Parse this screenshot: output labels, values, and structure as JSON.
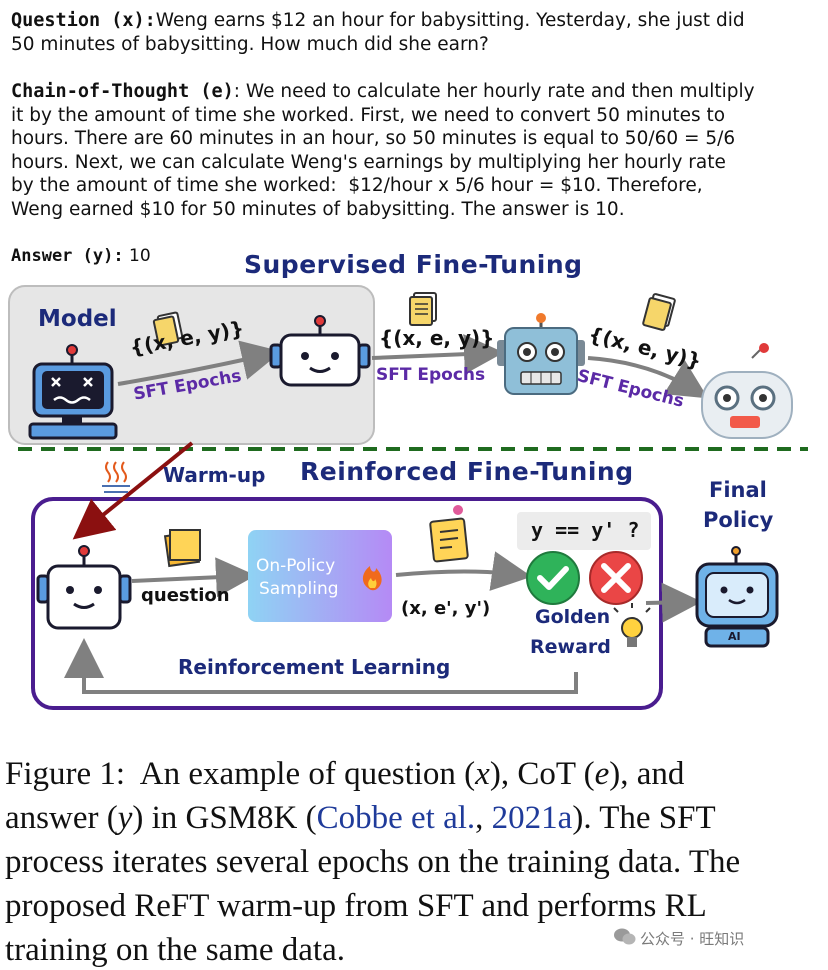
{
  "question": {
    "label": "Question (x):",
    "line1": "Weng earns $12 an hour for babysitting. Yesterday, she just did",
    "line2": "50 minutes of babysitting. How much did she earn?"
  },
  "cot": {
    "label": "Chain-of-Thought (e)",
    "line1": ": We need to calculate her hourly rate and then multiply",
    "lines": [
      "it by the amount of time she worked. First, we need to convert 50 minutes to",
      "hours. There are 60 minutes in an hour, so 50 minutes is equal to 50/60 = 5/6",
      "hours. Next, we can calculate Weng's earnings by multiplying her hourly rate",
      "by the amount of time she worked:  $12/hour x 5/6 hour = $10. Therefore,",
      "Weng earned $10 for 50 minutes of babysitting. The answer is 10."
    ]
  },
  "answer": {
    "label": "Answer (y):",
    "value": "10"
  },
  "diagram": {
    "sft_title": "Supervised Fine-Tuning",
    "model_label": "Model",
    "data_tuple": "{(x, e, y)}",
    "sft_epochs": "SFT Epochs",
    "warmup": "Warm-up",
    "reft_title": "Reinforced Fine-Tuning",
    "final_policy_1": "Final",
    "final_policy_2": "Policy",
    "question_lbl": "question",
    "sampling_1": "On-Policy",
    "sampling_2": "Sampling",
    "sample_tuple": "(x, e', y')",
    "check": "y == y' ?",
    "golden_1": "Golden",
    "golden_2": "Reward",
    "rl_label": "Reinforcement Learning",
    "ai_badge": "AI"
  },
  "caption": {
    "l1a": "Figure 1:  An example of question (",
    "l1x": "x",
    "l1b": "), CoT (",
    "l1e": "e",
    "l1c": "), and",
    "l2a": "answer (",
    "l2y": "y",
    "l2b": ") in GSM8K (",
    "l2link1": "Cobbe et al.",
    "l2c": ", ",
    "l2link2": "2021a",
    "l2d": "). The SFT",
    "l3": "process iterates several epochs on the training data. The",
    "l4": "proposed ReFT warm-up from SFT and performs RL",
    "l5": "training on the same data."
  },
  "watermark": "公众号 · 旺知识",
  "colors": {
    "title_blue": "#1c2a7a",
    "purple": "#5b2aa6",
    "rl_border": "#4a1d8f",
    "dash_green": "#1f6b1f",
    "warm_arrow": "#8b1010"
  }
}
